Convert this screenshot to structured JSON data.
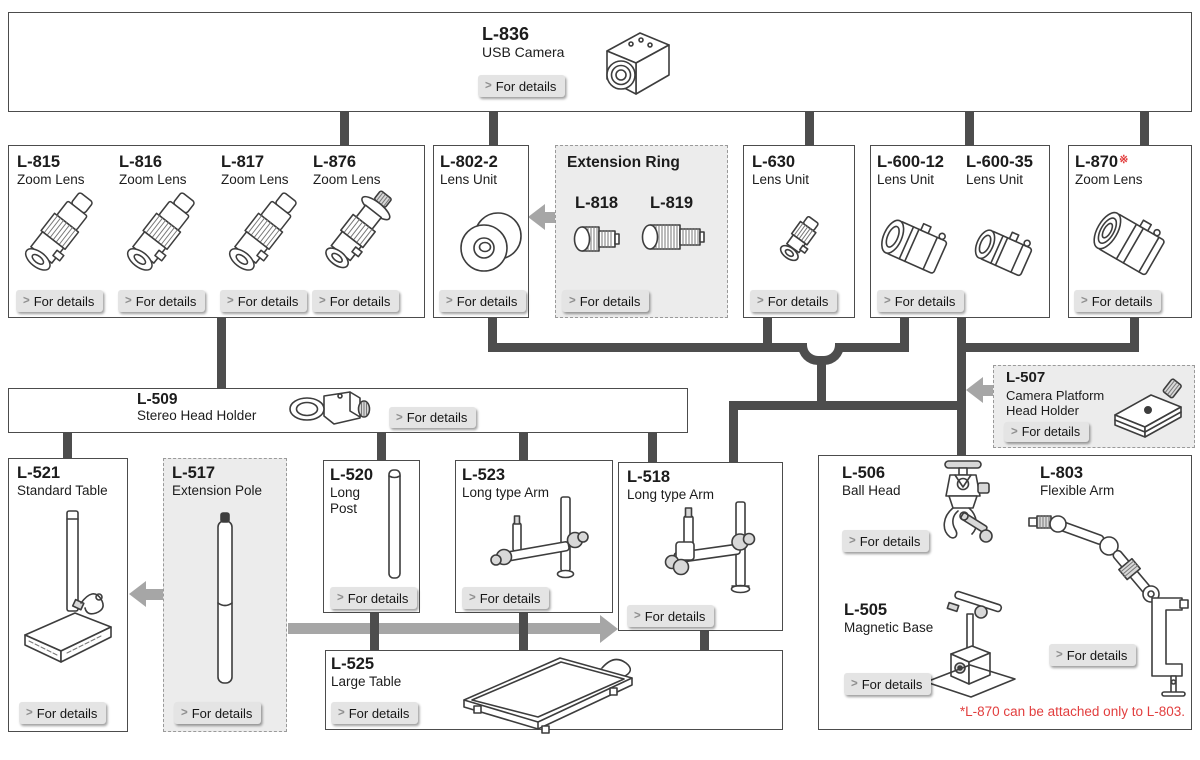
{
  "ui": {
    "for_details": "For details",
    "chevron": ">"
  },
  "note": "*L-870 can be attached only to L-803.",
  "colors": {
    "connector": "#4d4d4d",
    "arrow": "#a6a6a6",
    "accent_red": "#e23e3e",
    "panel_bg": "#ececec",
    "button_bg": "#e4e4e4"
  },
  "products": {
    "l836": {
      "code": "L-836",
      "name": "USB Camera"
    },
    "l815": {
      "code": "L-815",
      "name": "Zoom Lens"
    },
    "l816": {
      "code": "L-816",
      "name": "Zoom Lens"
    },
    "l817": {
      "code": "L-817",
      "name": "Zoom Lens"
    },
    "l876": {
      "code": "L-876",
      "name": "Zoom Lens"
    },
    "l802": {
      "code": "L-802-2",
      "name": "Lens Unit"
    },
    "ext": {
      "title": "Extension Ring",
      "items": [
        {
          "code": "L-818"
        },
        {
          "code": "L-819"
        }
      ]
    },
    "l630": {
      "code": "L-630",
      "name": "Lens Unit"
    },
    "l600_12": {
      "code": "L-600-12",
      "name": "Lens Unit"
    },
    "l600_35": {
      "code": "L-600-35",
      "name": "Lens Unit"
    },
    "l870": {
      "code": "L-870",
      "name": "Zoom Lens",
      "mark": "※"
    },
    "l509": {
      "code": "L-509",
      "name": "Stereo Head Holder"
    },
    "l507": {
      "code": "L-507",
      "name": "Camera Platform Head Holder"
    },
    "l521": {
      "code": "L-521",
      "name": "Standard Table"
    },
    "l517": {
      "code": "L-517",
      "name": "Extension Pole"
    },
    "l520": {
      "code": "L-520",
      "name": "Long Post"
    },
    "l523": {
      "code": "L-523",
      "name": "Long type Arm"
    },
    "l518": {
      "code": "L-518",
      "name": "Long type Arm"
    },
    "l525": {
      "code": "L-525",
      "name": "Large Table"
    },
    "l506": {
      "code": "L-506",
      "name": "Ball Head"
    },
    "l505": {
      "code": "L-505",
      "name": "Magnetic Base"
    },
    "l803": {
      "code": "L-803",
      "name": "Flexible Arm"
    }
  }
}
